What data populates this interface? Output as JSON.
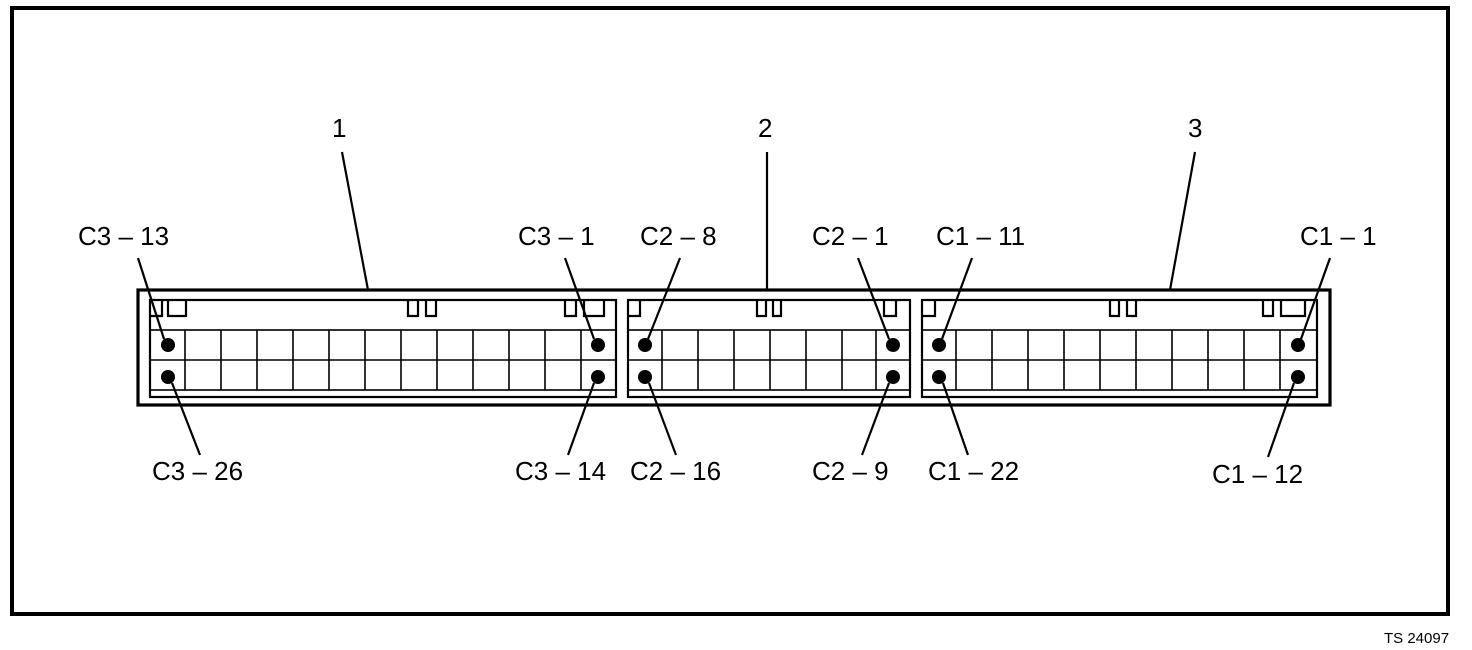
{
  "figure_ref": "TS 24097",
  "connectors": [
    {
      "id": "1",
      "labels": {
        "top_left": "C3 – 13",
        "top_right": "C3 – 1",
        "bottom_left": "C3 – 26",
        "bottom_right": "C3 – 14"
      }
    },
    {
      "id": "2",
      "labels": {
        "top_left": "C2 – 8",
        "top_right": "C2 – 1",
        "bottom_left": "C2 – 16",
        "bottom_right": "C2 – 9"
      }
    },
    {
      "id": "3",
      "labels": {
        "top_left": "C1 – 11",
        "top_right": "C1 – 1",
        "bottom_left": "C1 – 22",
        "bottom_right": "C1 – 12"
      }
    }
  ]
}
